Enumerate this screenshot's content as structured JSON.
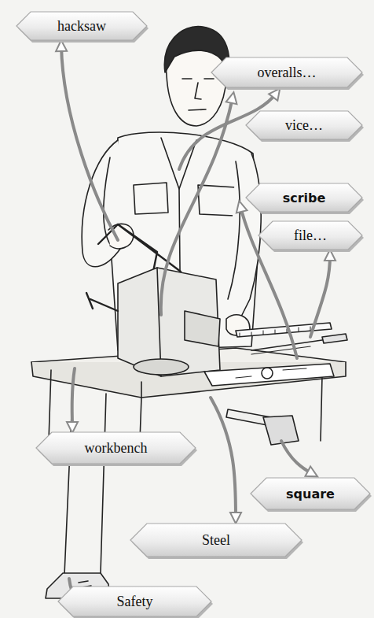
{
  "diagram": {
    "nodes": [
      {
        "text": [
          "hacksaw"
        ]
      },
      {
        "text": [
          "overalls…"
        ]
      },
      {
        "text": [
          "vice…"
        ]
      },
      {
        "text": [
          "scribe"
        ]
      },
      {
        "text": [
          "file…"
        ]
      },
      {
        "text": [
          "workbench"
        ]
      },
      {
        "text": [
          "square"
        ]
      },
      {
        "text": [
          "Steel"
        ]
      },
      {
        "text": [
          "Safety"
        ]
      }
    ]
  }
}
